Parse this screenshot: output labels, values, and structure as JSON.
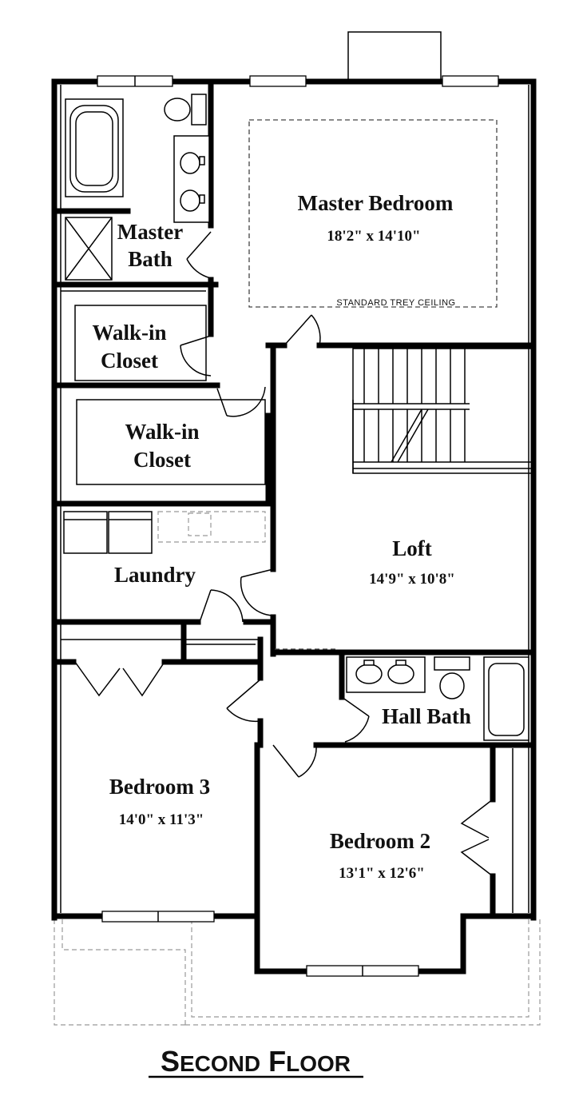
{
  "rooms": {
    "master_bedroom": {
      "name": "Master Bedroom",
      "dims": "18'2\" x 14'10\""
    },
    "master_bath": {
      "name_line1": "Master",
      "name_line2": "Bath"
    },
    "walk_in_closet_1": {
      "name_line1": "Walk-in",
      "name_line2": "Closet"
    },
    "walk_in_closet_2": {
      "name_line1": "Walk-in",
      "name_line2": "Closet"
    },
    "laundry": {
      "name": "Laundry"
    },
    "loft": {
      "name": "Loft",
      "dims": "14'9\" x 10'8\""
    },
    "hall_bath": {
      "name": "Hall Bath"
    },
    "bedroom_3": {
      "name": "Bedroom 3",
      "dims": "14'0\" x 11'3\""
    },
    "bedroom_2": {
      "name": "Bedroom 2",
      "dims": "13'1\" x 12'6\""
    }
  },
  "notes": {
    "ceiling": "STANDARD TREY CEILING"
  },
  "title": {
    "first_letter_1": "S",
    "rest_1": "ECOND",
    "first_letter_2": "F",
    "rest_2": "LOOR"
  }
}
